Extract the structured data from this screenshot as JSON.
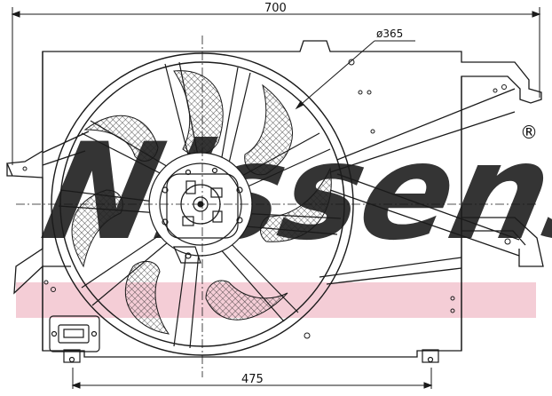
{
  "drawing": {
    "dimension_width": "700",
    "dimension_diameter": "ø365",
    "dimension_mount_spacing": "475"
  },
  "watermark": {
    "brand": "Nissens",
    "registered_mark": "®",
    "band_color": "#f4cdd6",
    "text_color": "#cfdbe8"
  },
  "colors": {
    "line": "#1a1a1a",
    "background": "#ffffff"
  }
}
